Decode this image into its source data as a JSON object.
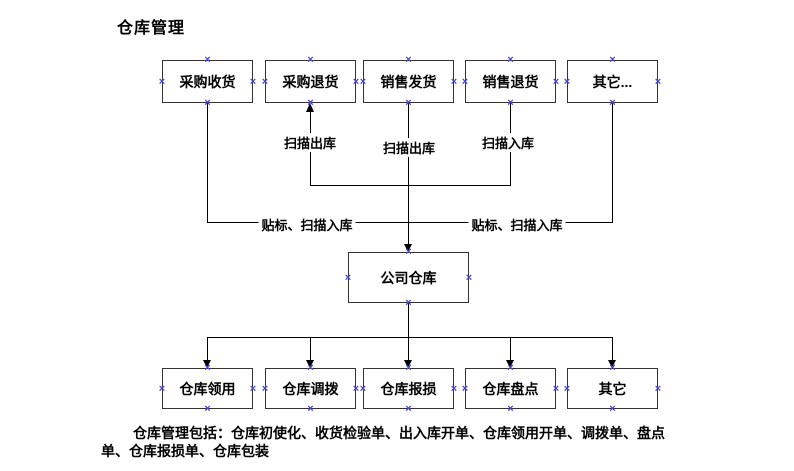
{
  "page": {
    "title": "仓库管理"
  },
  "diagram": {
    "handle_glyph": "×",
    "colors": {
      "background": "#ffffff",
      "line": "#000000",
      "box_border": "#333333",
      "handle": "#4343d8",
      "text": "#000000"
    },
    "top_row": [
      {
        "label": "采购收货"
      },
      {
        "label": "采购退货"
      },
      {
        "label": "销售发货"
      },
      {
        "label": "销售退货"
      },
      {
        "label": "其它..."
      }
    ],
    "center_node": {
      "label": "公司仓库"
    },
    "bottom_row": [
      {
        "label": "仓库领用"
      },
      {
        "label": "仓库调拨"
      },
      {
        "label": "仓库报损"
      },
      {
        "label": "仓库盘点"
      },
      {
        "label": "其它"
      }
    ],
    "edge_labels": {
      "scan_out_left": "扫描出库",
      "scan_out_center": "扫描出库",
      "scan_in_right": "扫描入库",
      "tag_scan_in_left": "贴标、扫描入库",
      "tag_scan_in_right": "贴标、扫描入库"
    }
  },
  "footer": {
    "line1": "仓库管理包括：仓库初使化、收货检验单、出入库开单、仓库领用开单、调拨单、盘点",
    "line2": "单、仓库报损单、仓库包装"
  }
}
